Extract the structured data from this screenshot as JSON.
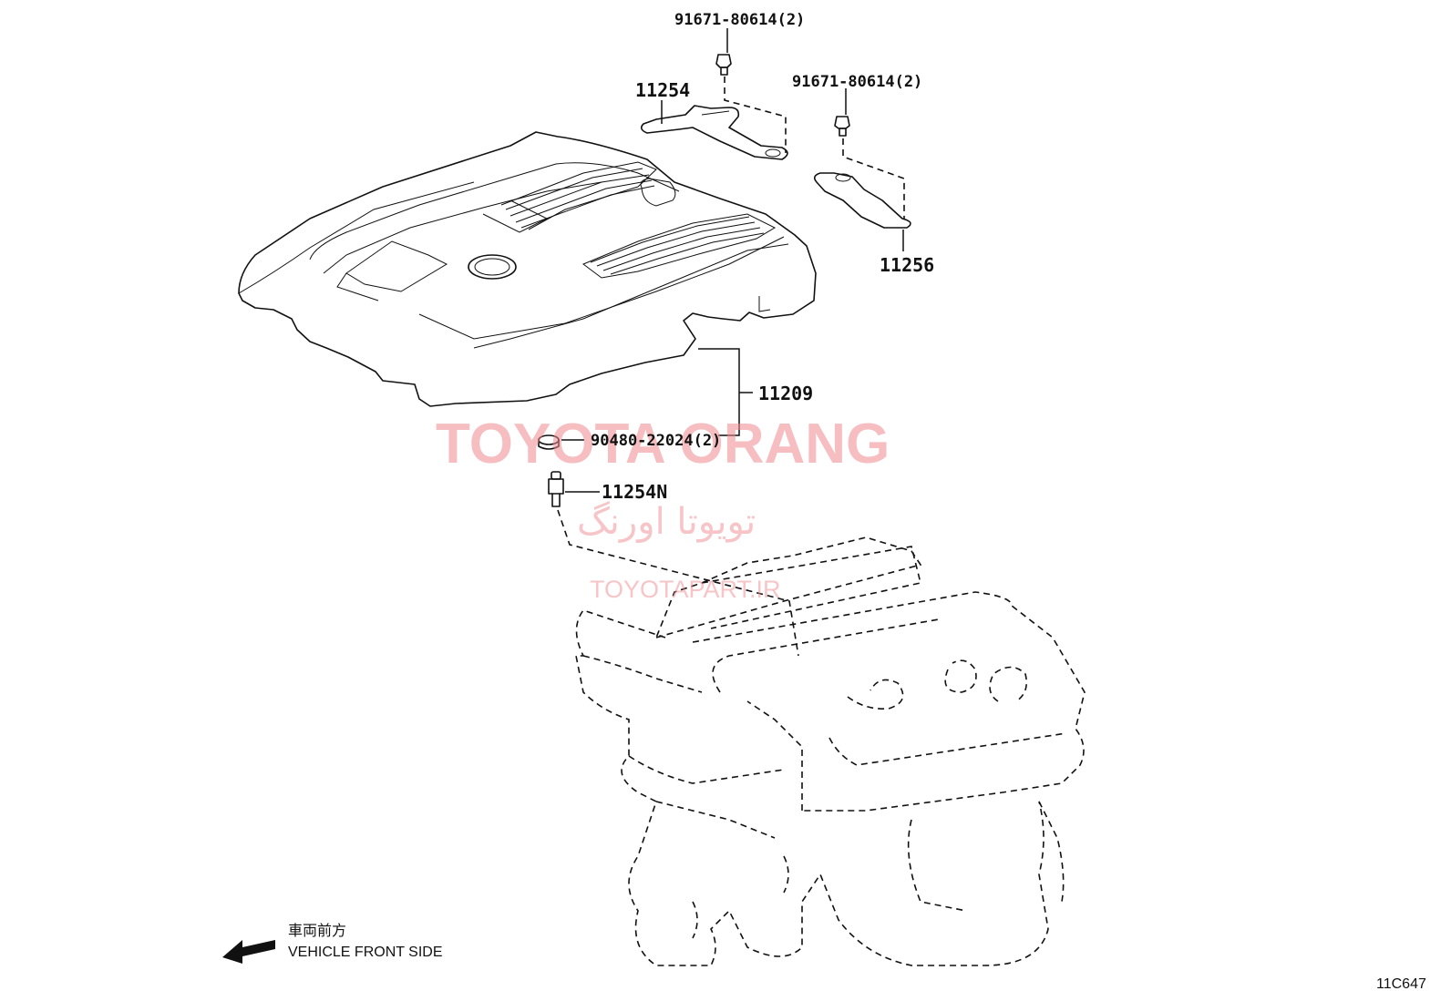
{
  "parts": {
    "bolt_top": "91671-80614(2)",
    "bolt_right": "91671-80614(2)",
    "bracket_left": "11254",
    "bracket_right": "11256",
    "engine_cover": "11209",
    "grommet": "90480-22024(2)",
    "stud": "11254N"
  },
  "watermarks": {
    "brand": "TOYOTA ORANG",
    "persian": "تویوتا اورنگ",
    "site": "TOYOTAPART.IR"
  },
  "orientation": {
    "japanese": "車両前方",
    "english": "VEHICLE FRONT SIDE"
  },
  "diagram_code": "11C647"
}
